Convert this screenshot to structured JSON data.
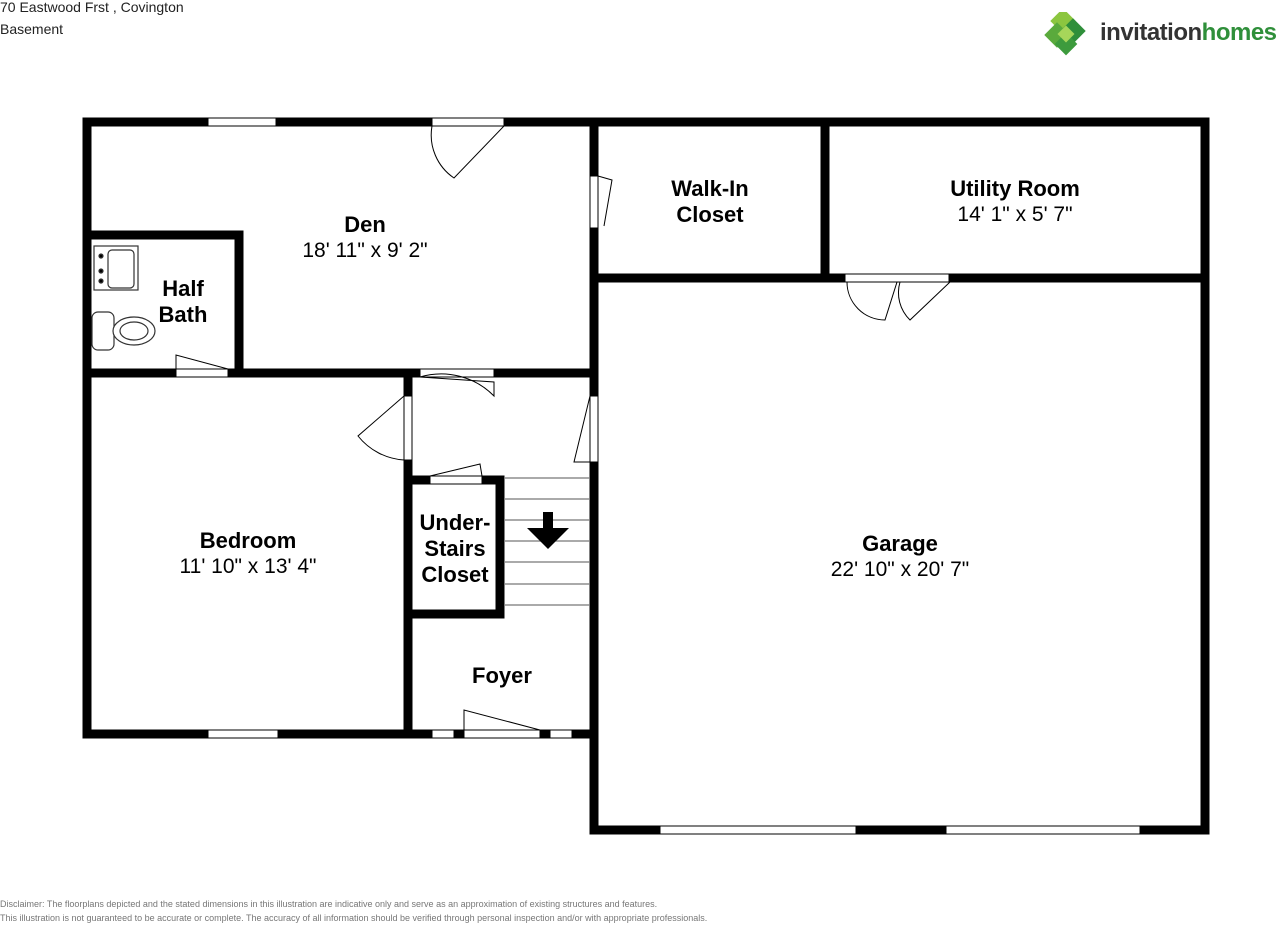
{
  "header": {
    "address": "70 Eastwood Frst , Covington",
    "level": "Basement"
  },
  "logo": {
    "brand_part1": "invitation",
    "brand_part2": "homes",
    "colors": {
      "green_dark": "#2f8f3a",
      "green_light": "#8cc63f",
      "text_dark": "#333333"
    }
  },
  "rooms": {
    "den": {
      "name": "Den",
      "dims": "18' 11\" x 9' 2\""
    },
    "walkin": {
      "name_line1": "Walk-In",
      "name_line2": "Closet"
    },
    "utility": {
      "name": "Utility Room",
      "dims": "14' 1\" x 5' 7\""
    },
    "halfbath": {
      "name_line1": "Half",
      "name_line2": "Bath"
    },
    "bedroom": {
      "name": "Bedroom",
      "dims": "11' 10\" x 13' 4\""
    },
    "understairs": {
      "name_line1": "Under-",
      "name_line2": "Stairs",
      "name_line3": "Closet"
    },
    "garage": {
      "name": "Garage",
      "dims": "22' 10\" x 20' 7\""
    },
    "foyer": {
      "name": "Foyer"
    }
  },
  "disclaimer": {
    "line1": "Disclaimer: The floorplans depicted and the stated dimensions in this illustration are indicative only and serve as an approximation of existing structures and features.",
    "line2": "This illustration is not guaranteed to be accurate or complete. The accuracy of all information should be verified through personal inspection and/or with appropriate professionals."
  }
}
